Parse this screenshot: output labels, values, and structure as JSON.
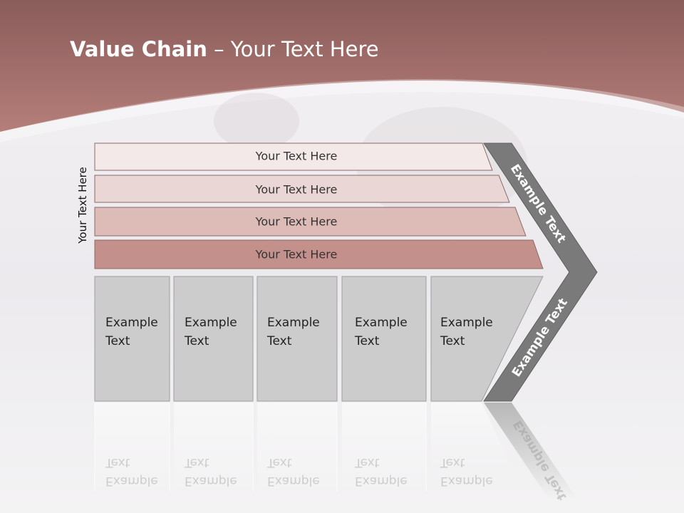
{
  "slide": {
    "title_bold": "Value Chain",
    "title_rest": " – Your Text Here",
    "side_label": "Your Text Here"
  },
  "bars": [
    {
      "label": "Your Text Here",
      "color": "#f4e9e9"
    },
    {
      "label": "Your Text Here",
      "color": "#ead7d5"
    },
    {
      "label": "Your Text Here",
      "color": "#ddbbb7"
    },
    {
      "label": "Your Text Here",
      "color": "#c4908c"
    }
  ],
  "cells": [
    {
      "label": "Example\nText"
    },
    {
      "label": "Example\nText"
    },
    {
      "label": "Example\nText"
    },
    {
      "label": "Example\nText"
    },
    {
      "label": "Example\nText"
    }
  ],
  "chevron": {
    "upper_label": "Example Text",
    "lower_label": "Example Text"
  },
  "colors": {
    "header": "#a87472",
    "cell_fill": "#cccccc",
    "chevron_fill": "#7a7a7a"
  }
}
